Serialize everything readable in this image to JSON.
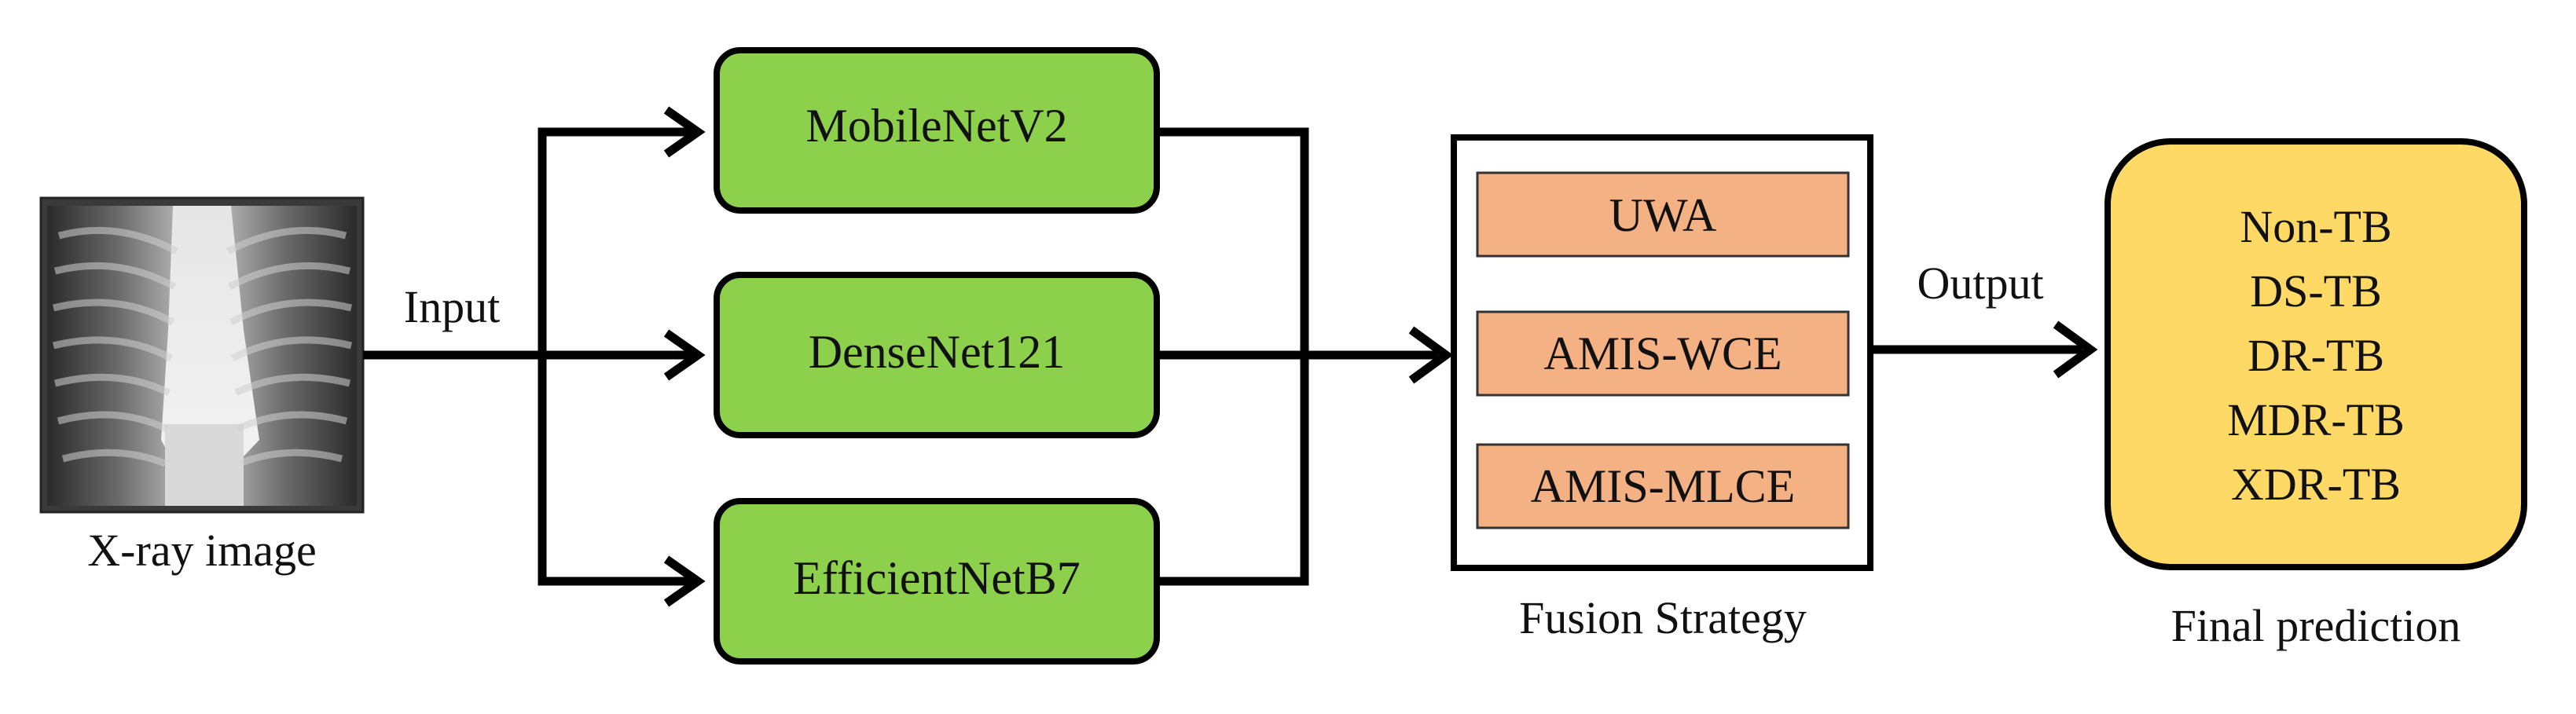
{
  "input": {
    "image_caption": "X-ray image",
    "edge_label": "Input"
  },
  "models": [
    {
      "label": "MobileNetV2"
    },
    {
      "label": "DenseNet121"
    },
    {
      "label": "EfficientNetB7"
    }
  ],
  "fusion": {
    "caption": "Fusion Strategy",
    "methods": [
      {
        "label": "UWA"
      },
      {
        "label": "AMIS-WCE"
      },
      {
        "label": "AMIS-MLCE"
      }
    ]
  },
  "output_edge_label": "Output",
  "prediction": {
    "caption": "Final prediction",
    "classes": [
      "Non-TB",
      "DS-TB",
      "DR-TB",
      "MDR-TB",
      "XDR-TB"
    ]
  },
  "colors": {
    "model_fill": "#8dd04b",
    "method_fill": "#f4b183",
    "prediction_fill": "#ffd966",
    "line": "#000000"
  }
}
